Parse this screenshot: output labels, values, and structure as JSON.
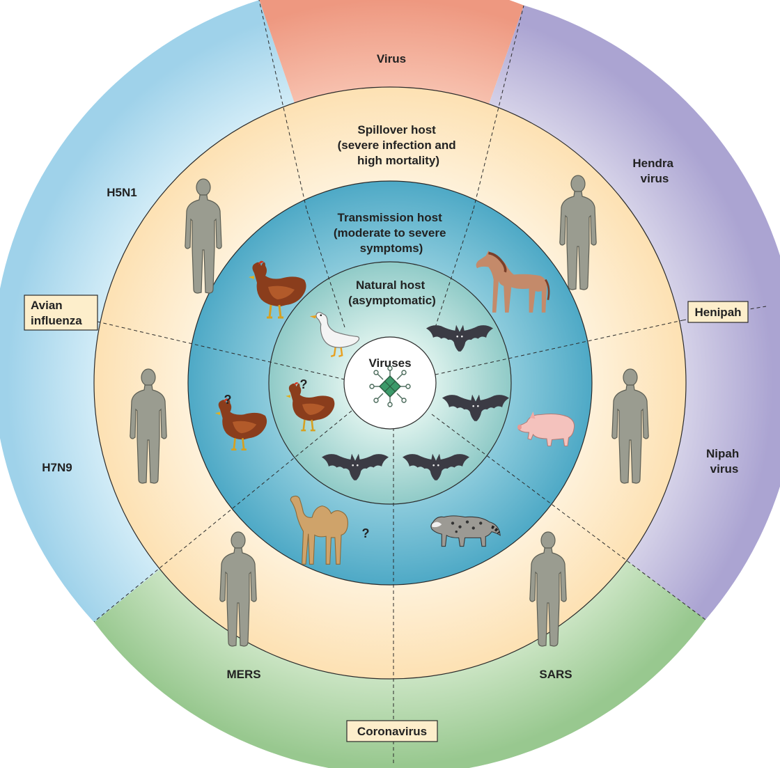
{
  "colors": {
    "virus_ring": "#f3a48f",
    "avian_ring": "#a9d7ec",
    "henipah_ring": "#b9b3d9",
    "corona_ring": "#a8d2a0",
    "spillover_ring": "#fde7c0",
    "transmission_ring": "#5fb2cc",
    "natural_ring": "#9fd3cf",
    "center": "#ffffff",
    "label_box": "#fdeecb"
  },
  "rings": {
    "outer_header": "Virus",
    "spillover": [
      "Spillover host",
      "(severe infection and",
      "high mortality)"
    ],
    "transmission": [
      "Transmission host",
      "(moderate to severe",
      "symptoms)"
    ],
    "natural": [
      "Natural host",
      "(asymptomatic)"
    ],
    "center": "Viruses"
  },
  "families": {
    "avian": [
      "Avian",
      "influenza"
    ],
    "henipah": "Henipah",
    "coronavirus": "Coronavirus"
  },
  "viruses": {
    "h5n1": "H5N1",
    "h7n9": "H7N9",
    "hendra": [
      "Hendra",
      "virus"
    ],
    "nipah": [
      "Nipah",
      "virus"
    ],
    "mers": "MERS",
    "sars": "SARS"
  },
  "uncertain_marker": "?",
  "icons": [
    "human-figure-icon",
    "chicken-icon",
    "duck-icon",
    "bat-icon",
    "horse-icon",
    "pig-icon",
    "camel-icon",
    "civet-icon",
    "virus-particle-icon"
  ]
}
